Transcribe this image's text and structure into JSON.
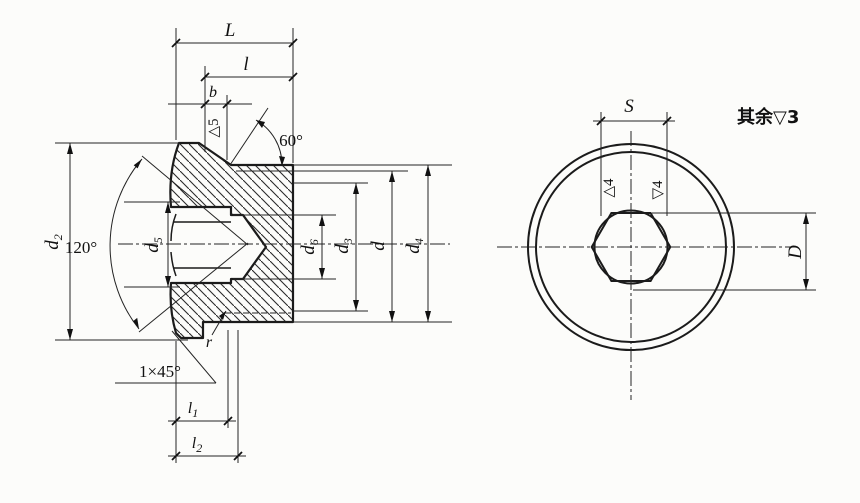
{
  "general_note": {
    "text": "其余▽3"
  },
  "left_view": {
    "labels": {
      "L": {
        "text": "L"
      },
      "l": {
        "text": "l"
      },
      "b": {
        "text": "b"
      },
      "finish_mark": {
        "text": "△5"
      },
      "angle_60": {
        "text": "60°"
      },
      "angle_120": {
        "text": "120°"
      },
      "d2": {
        "base": "d",
        "sub": "2"
      },
      "d5": {
        "base": "d",
        "sub": "5"
      },
      "d6": {
        "base": "d",
        "sub": "6"
      },
      "d3": {
        "base": "d",
        "sub": "3"
      },
      "d": {
        "base": "d"
      },
      "d4": {
        "base": "d",
        "sub": "4"
      },
      "l1": {
        "base": "l",
        "sub": "1"
      },
      "l2": {
        "base": "l",
        "sub": "2"
      },
      "chamfer": {
        "text": "1×45°"
      },
      "fillet_radius": {
        "text": "r"
      }
    }
  },
  "right_view": {
    "labels": {
      "S": {
        "text": "S"
      },
      "D": {
        "text": "D"
      },
      "finish_mark_left": {
        "text": "△4"
      },
      "finish_mark_right": {
        "text": "▽4"
      }
    }
  },
  "colors": {
    "line": "#1b1b1b",
    "background": "#fcfcfa"
  }
}
